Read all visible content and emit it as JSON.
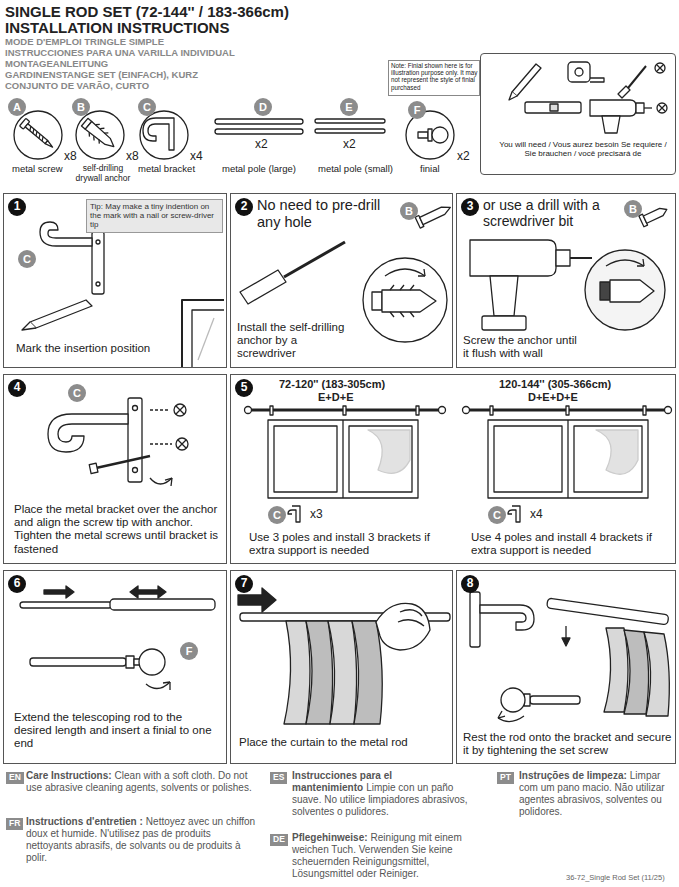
{
  "diagram": {
    "title": "SINGLE ROD SET (72-144'' / 183-366cm)",
    "nodes": [
      {
        "text": [
          "You will need / Vous aurez besoin Se requiere / Sie brauchen / você precisará de"
        ]
      },
      {
        "text": [
          "Note: Finial shown here is for illustration purpose only. It may not represent the style of finial purchased"
        ]
      },
      {
        "text": [
          "1",
          "Mark the insertion position"
        ]
      },
      {
        "text": [
          "Tip: May make a tiny indention on the mark with a nail or screw-driver tip"
        ],
        "in": 2
      },
      {
        "text": [
          "2",
          "No need to pre-drill any hole",
          "Install the self-drilling anchor by a screwdriver"
        ]
      },
      {
        "text": [
          "3",
          "or use a drill with a screwdriver bit",
          "Screw the anchor until it flush with wall"
        ]
      },
      {
        "text": [
          "4",
          "Place the metal bracket over the anchor and align the screw tip with anchor. Tighten the metal screws until bracket is fastened"
        ]
      },
      {
        "text": [
          "5",
          "72-120'' (183-305cm)",
          "120-144'' (305-366cm)",
          "Use 3 poles and install 3 brackets if extra support is needed",
          "Use 4 poles and install 4 brackets if extra support is needed"
        ]
      },
      {
        "text": [
          "6",
          "Extend the telescoping rod to the desired length and insert a finial to one end"
        ]
      },
      {
        "text": [
          "7",
          "Place the curtain to the metal rod"
        ]
      },
      {
        "text": [
          "8",
          "Rest the rod onto the bracket and secure it by tightening the set screw"
        ]
      }
    ],
    "labels": [
      "INSTALLATION INSTRUCTIONS",
      "MODE D'EMPLOI TRINGLE SIMPLE",
      "INSTRUCCIONES PARA UNA VARILLA INDIVIDUAL",
      "MONTAGEANLEITUNG",
      "GARDINENSTANGE SET (EINFACH), KURZ",
      "CONJUNTO DE VARÃO, CURTO",
      "A",
      "x8",
      "metal screw",
      "B",
      "x8",
      "self-drilling drywall anchor",
      "C",
      "x4",
      "metal bracket",
      "D",
      "x2",
      "metal pole (large)",
      "E",
      "x2",
      "metal pole (small)",
      "F",
      "x2",
      "finial",
      "C",
      "B",
      "B",
      "C",
      "E+D+E",
      "D+E+D+E",
      "C",
      "x3",
      "C",
      "x4",
      "F",
      "EN",
      "Care Instructions:",
      "Clean with a soft cloth. Do not use abrasive cleaning agents, solvents or polishes.",
      "FR",
      "Instructions d'entretien :",
      "Nettoyez avec un chiffon doux et humide. N'utilisez pas de produits nettoyants abrasifs, de solvants ou de produits à polir.",
      "ES",
      "Instrucciones para el mantenimiento",
      "Limpie con un paño suave. No utilice limpiadores abrasivos, solventes o pulidores.",
      "DE",
      "Pflegehinweise:",
      "Reinigung mit einem weichen Tuch. Verwenden Sie keine scheuernden Reinigungsmittel, Lösungsmittel oder Reiniger.",
      "PT",
      "Instruções de limpeza:",
      "Limpar com um pano macio. Não utilizar agentes abrasivos, solventes ou polidores.",
      "36-72_Single Rod Set (11/25)"
    ]
  }
}
